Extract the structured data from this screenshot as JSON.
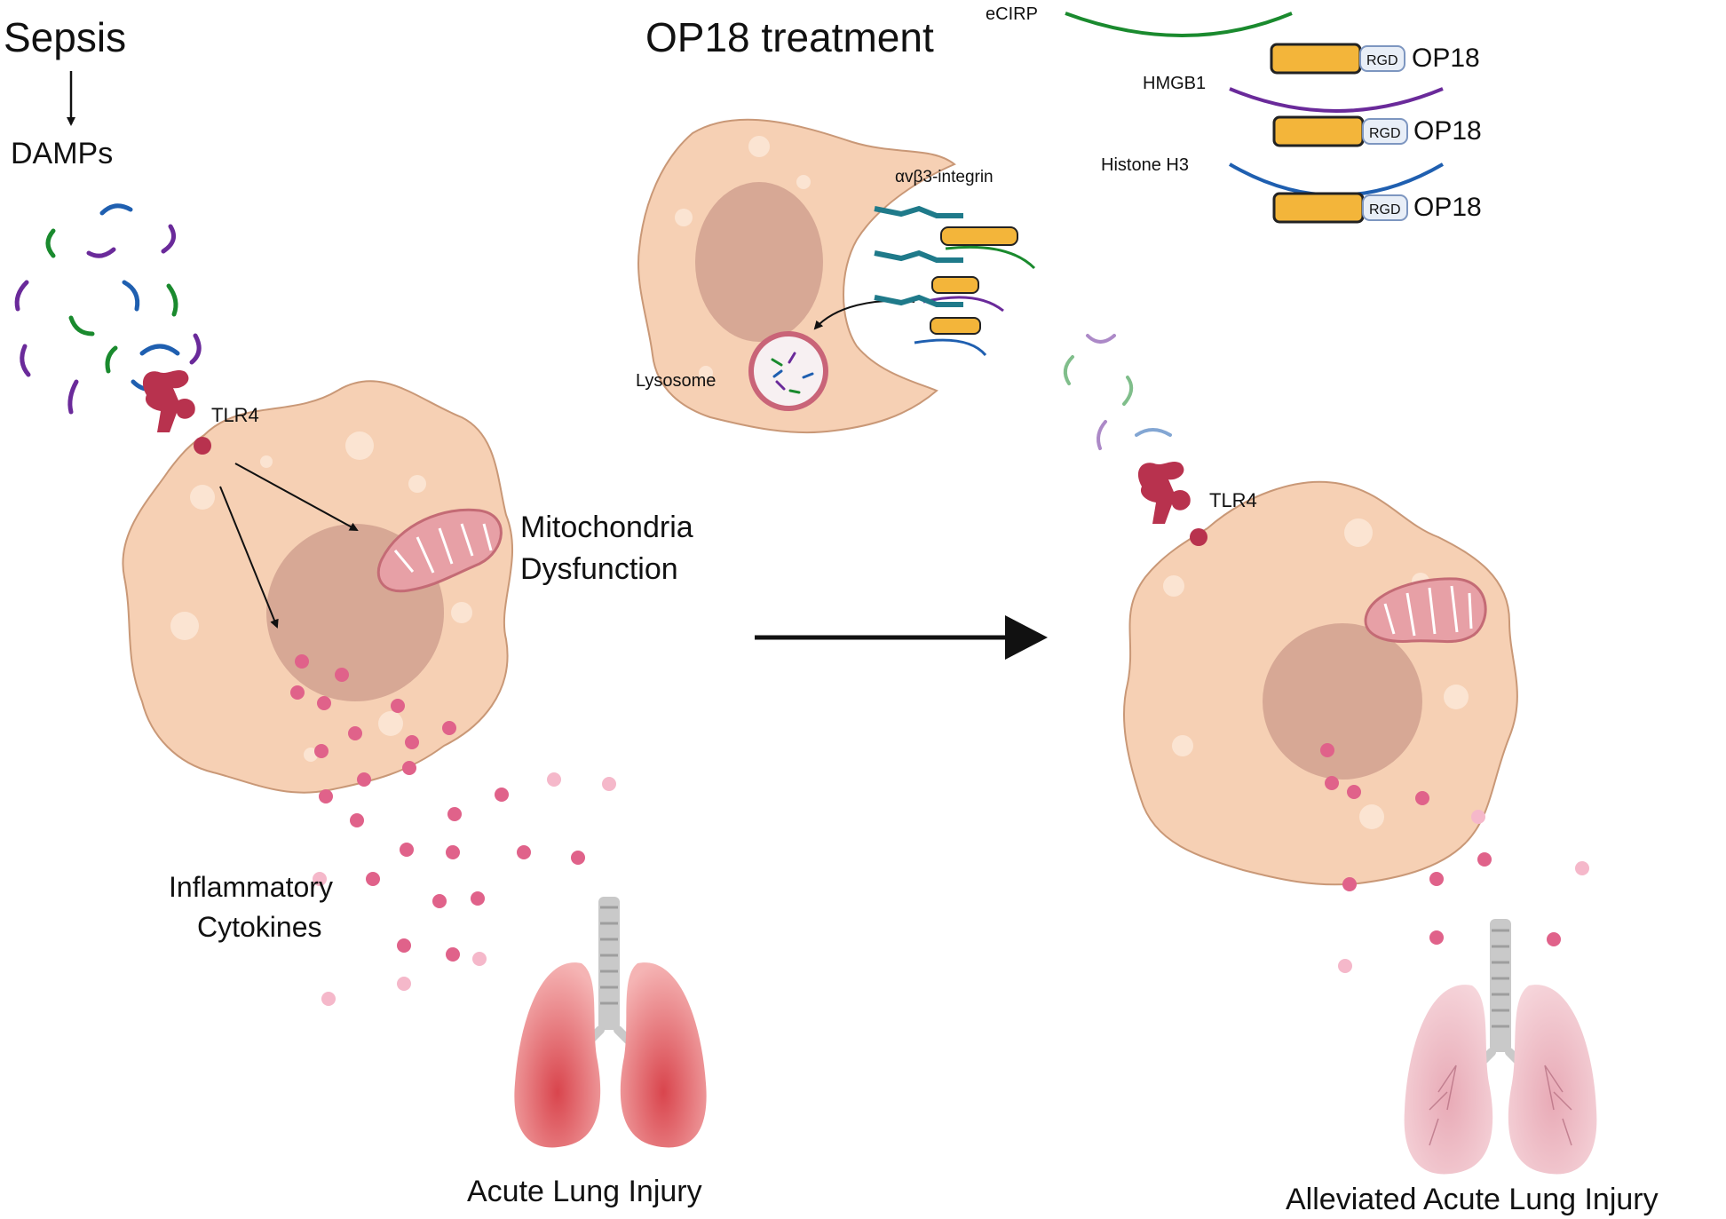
{
  "header": {
    "sepsis": "Sepsis",
    "damps": "DAMPs",
    "treatment": "OP18 treatment"
  },
  "ligands": [
    {
      "name": "eCIRP",
      "drug": "OP18",
      "tag": "RGD",
      "color": "#1a8a2e"
    },
    {
      "name": "HMGB1",
      "drug": "OP18",
      "tag": "RGD",
      "color": "#6a2a9a"
    },
    {
      "name": "Histone H3",
      "drug": "OP18",
      "tag": "RGD",
      "color": "#1f5fb0"
    }
  ],
  "treated_cell": {
    "integrin": "αvβ3-integrin",
    "lysosome": "Lysosome"
  },
  "left_cell": {
    "receptor": "TLR4",
    "mito_line1": "Mitochondria",
    "mito_line2": "Dysfunction",
    "cytokines_line1": "Inflammatory",
    "cytokines_line2": "Cytokines",
    "outcome": "Acute Lung Injury"
  },
  "right_cell": {
    "receptor": "TLR4",
    "outcome": "Alleviated Acute Lung Injury"
  },
  "colors": {
    "cell": "#f6d0b4",
    "cell_stroke": "#b5866a",
    "nucleus": "#d7a895",
    "cytokine": "#e0628a",
    "receptor": "#b8324e",
    "drug": "#f3b53a",
    "lung_injured": "#e06868",
    "lung_healthy": "#f0c4cc"
  }
}
